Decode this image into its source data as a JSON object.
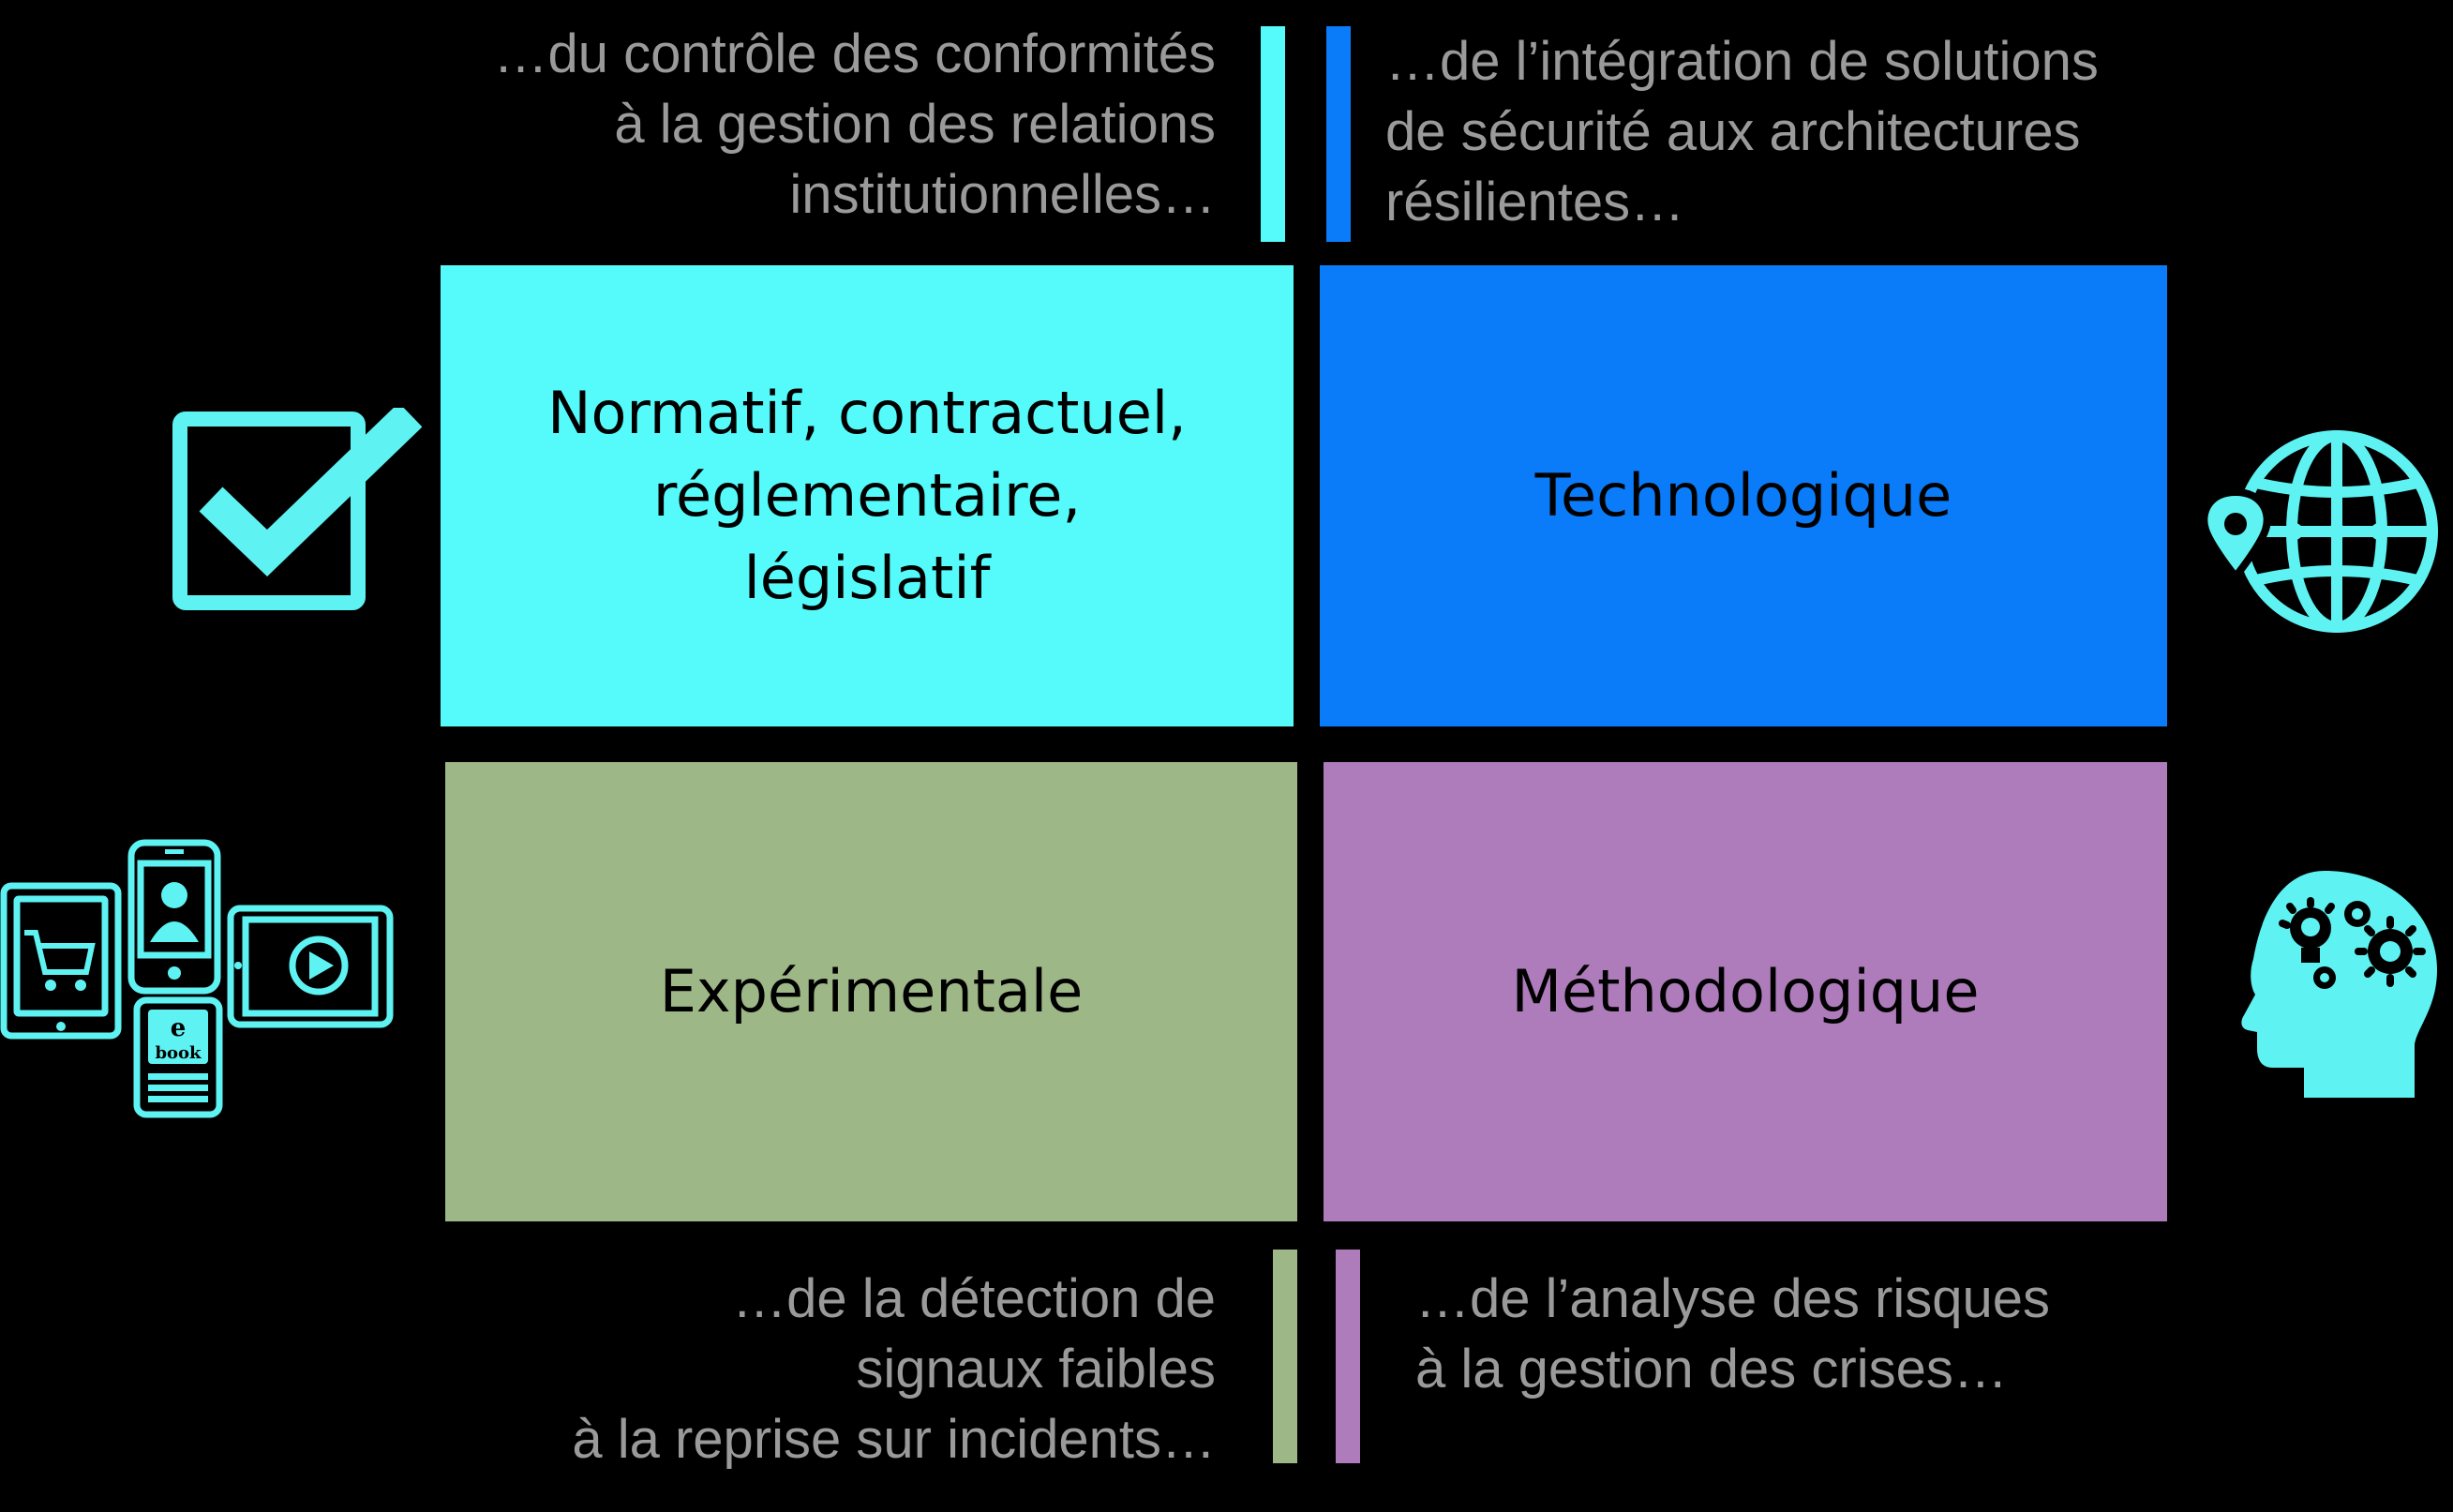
{
  "colors": {
    "background": "#000000",
    "caption_text": "#9a9a9a",
    "cyan": "#55fbfb",
    "blue": "#0a7cf9",
    "green": "#9db787",
    "purple": "#ae7bbb",
    "icon": "#5ef2f2"
  },
  "captions": {
    "top_left": [
      "…du contrôle des conformités",
      "à la gestion des relations",
      "institutionnelles…"
    ],
    "top_right": [
      "…de l’intégration de solutions",
      "de sécurité aux architectures",
      "résilientes…"
    ],
    "bottom_left": [
      "…de la détection de",
      "signaux faibles",
      "à la reprise sur incidents…"
    ],
    "bottom_right": [
      "…de l’analyse des risques",
      "à la gestion des crises…"
    ]
  },
  "boxes": {
    "normatif": [
      "Normatif, contractuel,",
      "réglementaire,",
      "législatif"
    ],
    "technologique": "Technologique",
    "experimentale": "Expérimentale",
    "methodologique": "Méthodologique"
  },
  "icons": {
    "top_left": "checkbox-check-icon",
    "top_right": "globe-location-icon",
    "bottom_left": "devices-ebook-icon",
    "bottom_right": "head-brain-gears-icon",
    "ebook_label_e": "e",
    "ebook_label_book": "book"
  }
}
